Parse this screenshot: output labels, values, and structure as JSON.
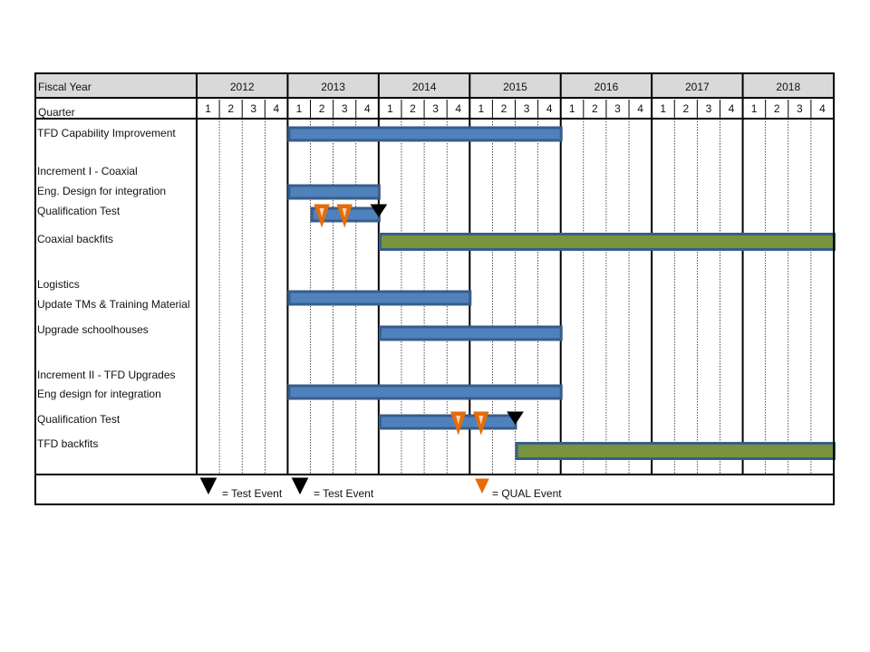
{
  "header": {
    "fiscal_year_label": "Fiscal Year",
    "quarter_label": "Quarter",
    "years": [
      "2012",
      "2013",
      "2014",
      "2015",
      "2016",
      "2017",
      "2018"
    ],
    "quarters": [
      "1",
      "2",
      "3",
      "4"
    ]
  },
  "colors": {
    "header_fill": "#d9d9d9",
    "bar_blue": "#4f81bd",
    "bar_green": "#77933c",
    "bar_border": "#385d8a",
    "qual_marker": "#e46c0a",
    "test_marker": "#000000",
    "grid": "#000000"
  },
  "rows": [
    {
      "label": "TFD Capability Improvement"
    },
    {
      "label": "Increment I - Coaxial"
    },
    {
      "label": "Eng. Design for integration"
    },
    {
      "label": "Qualification Test"
    },
    {
      "label": "Coaxial backfits"
    },
    {
      "label": "Logistics"
    },
    {
      "label": "Update TMs & Training Material"
    },
    {
      "label": "Upgrade schoolhouses"
    },
    {
      "label": "Increment II - TFD Upgrades"
    },
    {
      "label": "Eng design for integration"
    },
    {
      "label": "Qualification Test"
    },
    {
      "label": "TFD backfits"
    }
  ],
  "chart_data": {
    "type": "gantt",
    "time_unit": "fiscal quarter",
    "axis_range": [
      "FY2012 Q1",
      "FY2018 Q4"
    ],
    "tasks": [
      {
        "row": 0,
        "name": "TFD Capability Improvement",
        "start": "FY2013 Q1",
        "end": "FY2015 Q4",
        "color": "blue"
      },
      {
        "row": 2,
        "name": "Eng. Design for integration",
        "start": "FY2013 Q1",
        "end": "FY2013 Q4",
        "color": "blue"
      },
      {
        "row": 3,
        "name": "Qualification Test",
        "start": "FY2013 Q2",
        "end": "FY2013 Q4",
        "color": "blue"
      },
      {
        "row": 4,
        "name": "Coaxial backfits",
        "start": "FY2014 Q1",
        "end": "FY2018 Q4",
        "color": "green"
      },
      {
        "row": 6,
        "name": "Update TMs & Training Material",
        "start": "FY2013 Q1",
        "end": "FY2014 Q4",
        "color": "blue"
      },
      {
        "row": 7,
        "name": "Upgrade schoolhouses",
        "start": "FY2014 Q1",
        "end": "FY2015 Q4",
        "color": "blue"
      },
      {
        "row": 9,
        "name": "Eng design for integration",
        "start": "FY2013 Q1",
        "end": "FY2015 Q4",
        "color": "blue"
      },
      {
        "row": 10,
        "name": "Qualification Test",
        "start": "FY2014 Q1",
        "end": "FY2015 Q2",
        "color": "blue"
      },
      {
        "row": 11,
        "name": "TFD backfits",
        "start": "FY2015 Q3",
        "end": "FY2018 Q4",
        "color": "green"
      }
    ],
    "milestones": [
      {
        "row": 3,
        "type": "qual",
        "at": "FY2013 Q2"
      },
      {
        "row": 3,
        "type": "qual",
        "at": "FY2013 Q3"
      },
      {
        "row": 3,
        "type": "test",
        "at": "FY2013 Q4"
      },
      {
        "row": 10,
        "type": "qual",
        "at": "FY2014 Q4"
      },
      {
        "row": 10,
        "type": "qual",
        "at": "FY2015 Q1"
      },
      {
        "row": 10,
        "type": "test",
        "at": "FY2015 Q2"
      }
    ]
  },
  "legend": [
    {
      "type": "test",
      "label": "= Test Event"
    },
    {
      "type": "test",
      "label": "= Test Event"
    },
    {
      "type": "qual",
      "label": "= QUAL Event"
    }
  ]
}
